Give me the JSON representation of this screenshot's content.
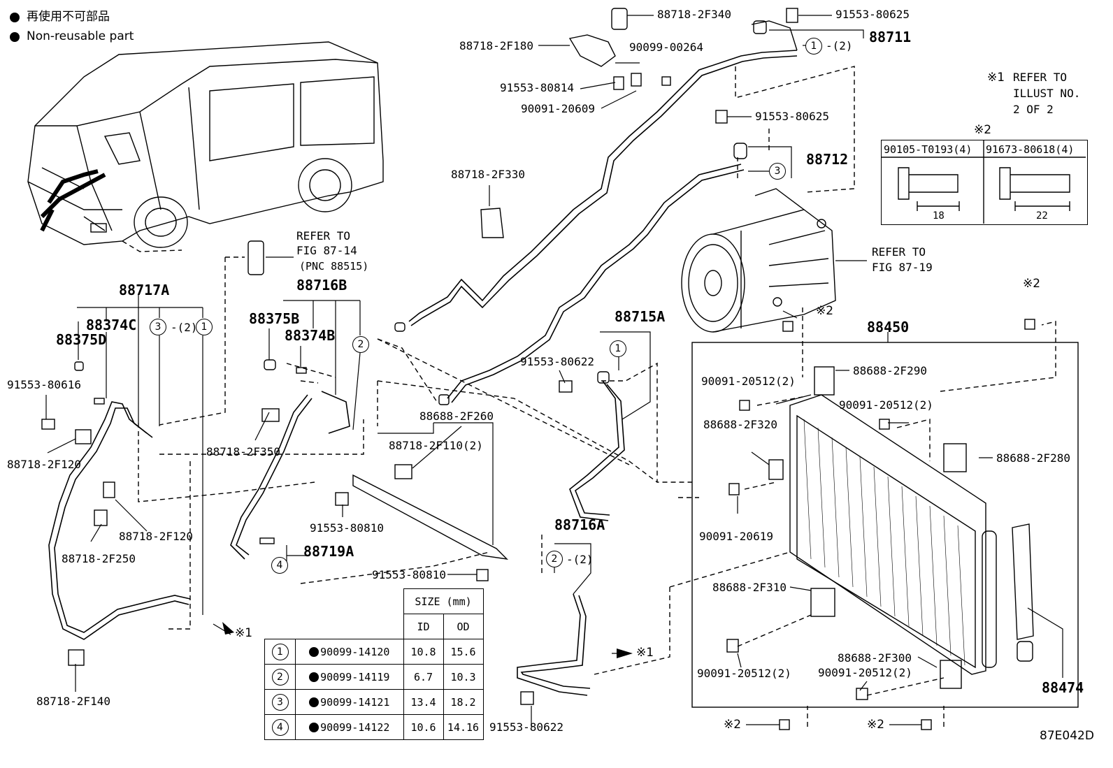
{
  "legend": {
    "line1": "再使用不可部品",
    "line2": "Non-reusable part"
  },
  "note1": {
    "mark": "※1",
    "line1": "REFER TO",
    "line2": "ILLUST NO.",
    "line3": "2 OF 2"
  },
  "note2_mark": "※2",
  "bolt_table": {
    "left_part": "90105-T0193(4)",
    "left_len": "18",
    "right_part": "91673-80618(4)",
    "right_len": "22"
  },
  "refers": {
    "fig8714_a": "REFER TO",
    "fig8714_b": "FIG 87-14",
    "fig8714_c": "(PNC 88515)",
    "fig8719_a": "REFER TO",
    "fig8719_b": "FIG 87-19"
  },
  "parts": {
    "p88718_2F340": "88718-2F340",
    "p91553_80625_a": "91553-80625",
    "p88711": "88711",
    "p88718_2F180": "88718-2F180",
    "p90099_00264": "90099-00264",
    "p91553_80814": "91553-80814",
    "p90091_20609": "90091-20609",
    "p91553_80625_b": "91553-80625",
    "p88712": "88712",
    "p88718_2F330": "88718-2F330",
    "p88717A": "88717A",
    "p88374C": "88374C",
    "p88375D": "88375D",
    "p91553_80616": "91553-80616",
    "p88718_2F120_a": "88718-2F120",
    "p88718_2F120_b": "88718-2F120",
    "p88718_2F250": "88718-2F250",
    "p88718_2F140": "88718-2F140",
    "p88716B": "88716B",
    "p88375B": "88375B",
    "p88374B": "88374B",
    "p88718_2F350": "88718-2F350",
    "p88719A": "88719A",
    "p88688_2F260": "88688-2F260",
    "p88718_2F110": "88718-2F110(2)",
    "p91553_80810_a": "91553-80810",
    "p91553_80810_b": "91553-80810",
    "p88715A": "88715A",
    "p91553_80622_a": "91553-80622",
    "p88716A": "88716A",
    "p91553_80622_b": "91553-80622",
    "p88450": "88450",
    "p88688_2F290": "88688-2F290",
    "p90091_20512_a": "90091-20512(2)",
    "p90091_20512_b": "90091-20512(2)",
    "p88688_2F320": "88688-2F320",
    "p88688_2F280": "88688-2F280",
    "p90091_20619": "90091-20619",
    "p88688_2F310": "88688-2F310",
    "p90091_20512_c": "90091-20512(2)",
    "p88688_2F300": "88688-2F300",
    "p90091_20512_d": "90091-20512(2)",
    "p88474": "88474"
  },
  "qty": {
    "x2": "-(2)"
  },
  "circle_nums": [
    "1",
    "2",
    "3",
    "4"
  ],
  "marks": {
    "n1": "※1",
    "n2": "※2"
  },
  "size_table": {
    "header": "SIZE (mm)",
    "id": "ID",
    "od": "OD",
    "rows": [
      {
        "n": "1",
        "part": "90099-14120",
        "id": "10.8",
        "od": "15.6"
      },
      {
        "n": "2",
        "part": "90099-14119",
        "id": "6.7",
        "od": "10.3"
      },
      {
        "n": "3",
        "part": "90099-14121",
        "id": "13.4",
        "od": "18.2"
      },
      {
        "n": "4",
        "part": "90099-14122",
        "id": "10.6",
        "od": "14.16"
      }
    ]
  },
  "fig_code": "87E042D"
}
